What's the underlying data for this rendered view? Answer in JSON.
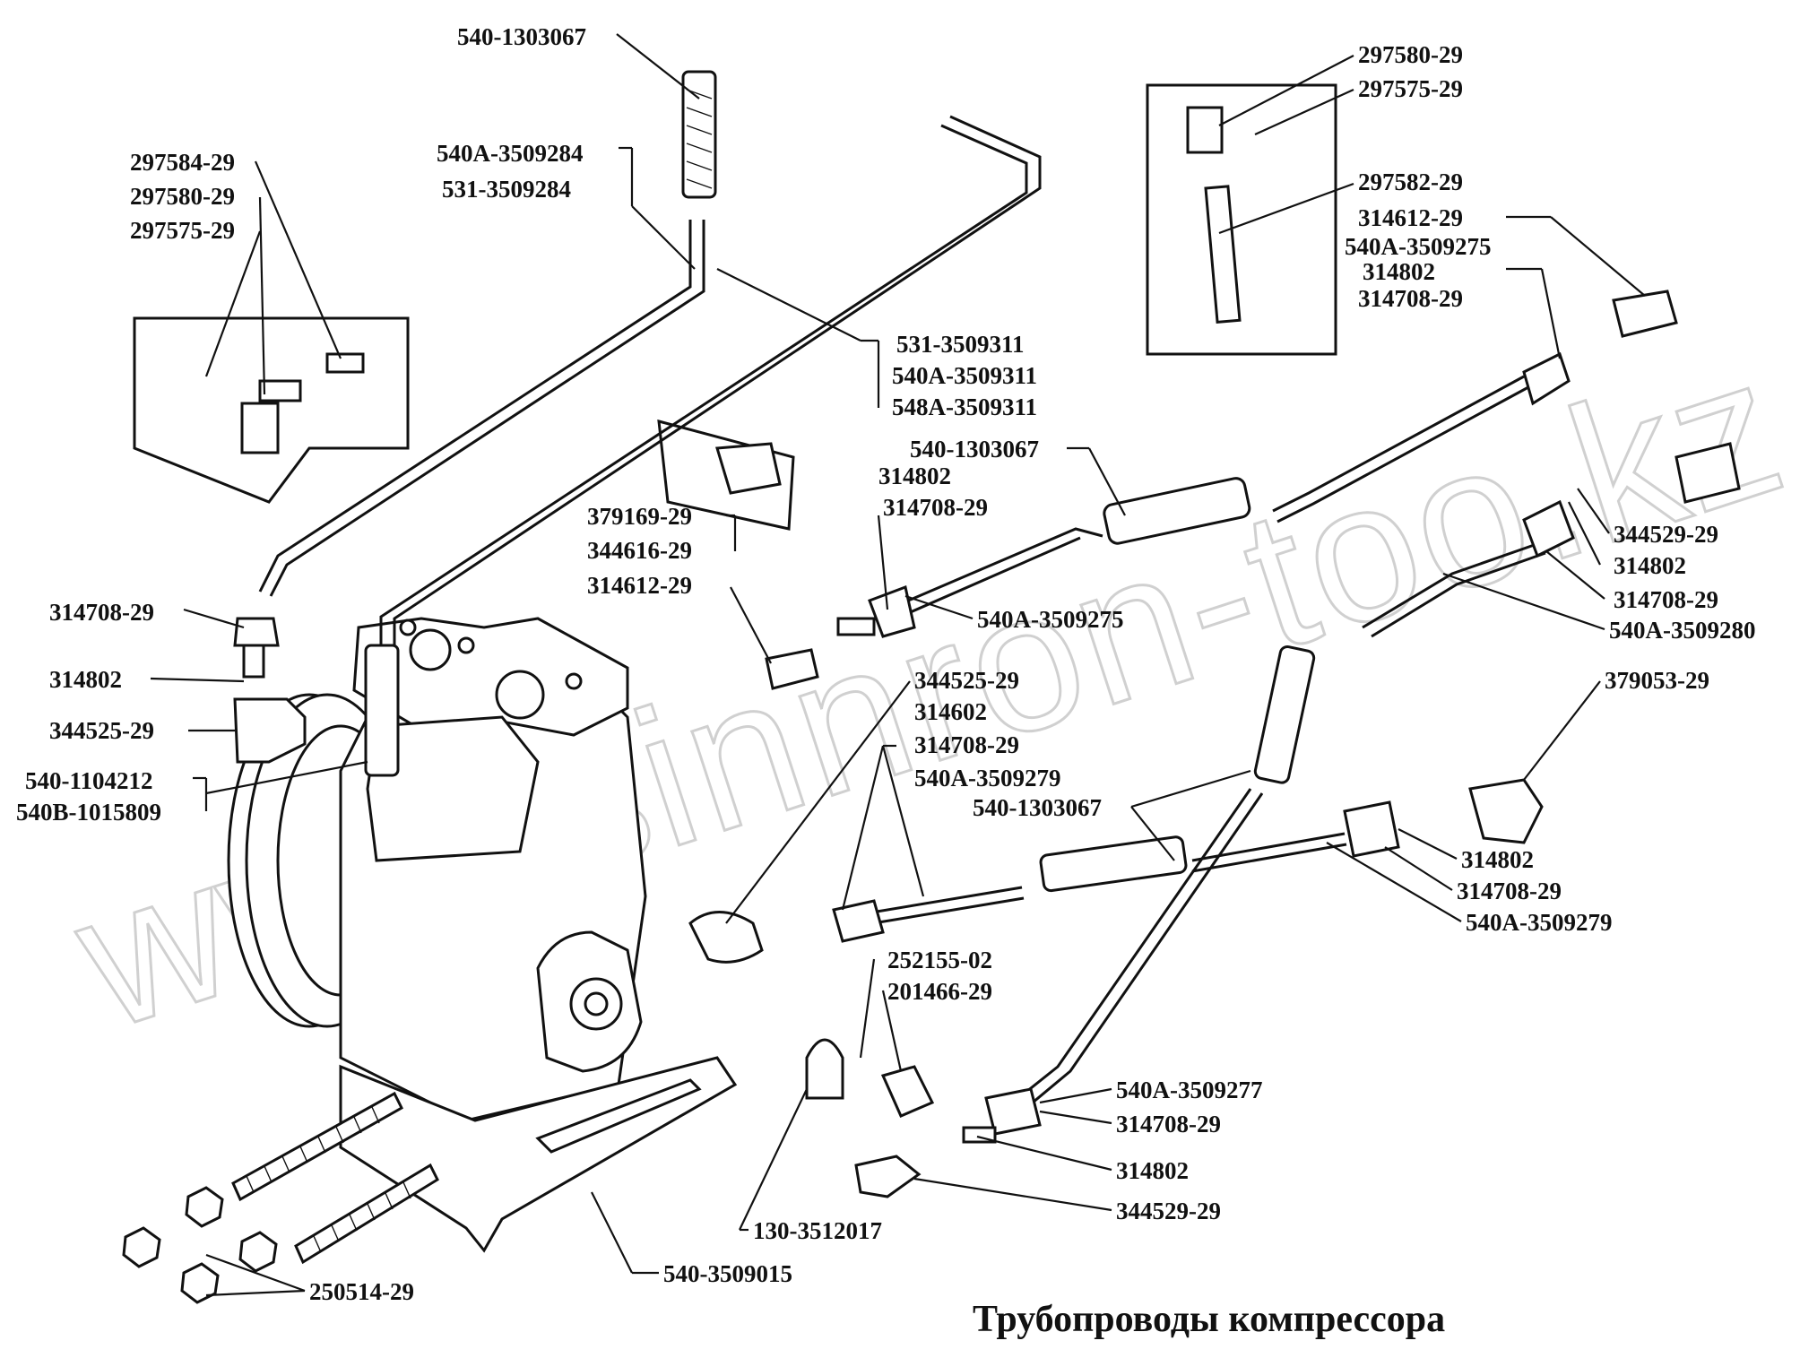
{
  "title": "Трубопроводы компрессора",
  "watermark": "www.sinnron-too.kz",
  "labels": [
    "540-1303067",
    "297584-29",
    "297580-29",
    "297575-29",
    "540A-3509284",
    "531-3509284",
    "297580-29",
    "297575-29",
    "297582-29",
    "314612-29",
    "540A-3509275",
    "314802",
    "314708-29",
    "531-3509311",
    "540A-3509311",
    "548A-3509311",
    "540-1303067",
    "314802",
    "314708-29",
    "379169-29",
    "344616-29",
    "314612-29",
    "314708-29",
    "314802",
    "344525-29",
    "540-1104212",
    "540B-1015809",
    "540A-3509275",
    "344529-29",
    "314802",
    "314708-29",
    "540A-3509280",
    "344525-29",
    "314602",
    "314708-29",
    "540A-3509279",
    "540-1303067",
    "379053-29",
    "314802",
    "314708-29",
    "540A-3509279",
    "252155-02",
    "201466-29",
    "540A-3509277",
    "314708-29",
    "314802",
    "344529-29",
    "130-3512017",
    "540-3509015",
    "250514-29"
  ]
}
